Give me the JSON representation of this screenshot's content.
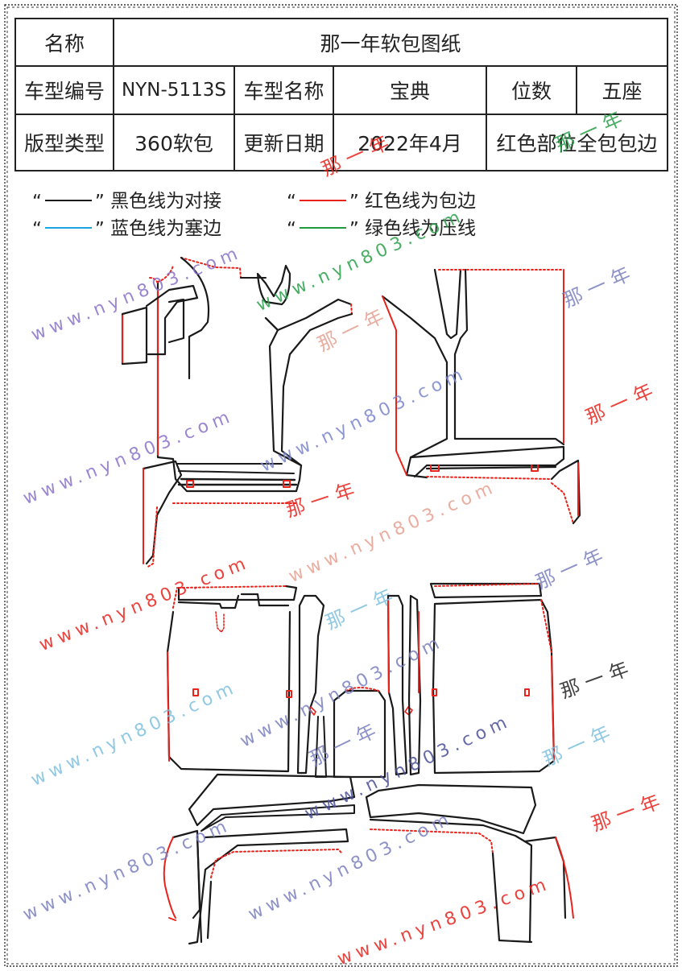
{
  "table": {
    "name_label": "名称",
    "name_value": "那一年软包图纸",
    "model_no_label": "车型编号",
    "model_no_value": "NYN-5113S",
    "model_name_label": "车型名称",
    "model_name_value": "宝典",
    "seats_label": "位数",
    "seats_value": "五座",
    "type_label": "版型类型",
    "type_value": "360软包",
    "date_label": "更新日期",
    "date_value": "2022年4月",
    "note_value": "红色部位全包包边"
  },
  "legend": {
    "black": {
      "open": "“",
      "close": "”",
      "label": "黑色线为对接",
      "color": "#1a1a1a"
    },
    "red": {
      "open": "“",
      "close": "”",
      "label": "红色线为包边",
      "color": "#e8231c"
    },
    "blue": {
      "open": "“",
      "close": "”",
      "label": "蓝色线为塞边",
      "color": "#1aa3e0"
    },
    "green": {
      "open": "“",
      "close": "”",
      "label": "绿色线为压线",
      "color": "#1f9a3c"
    }
  },
  "watermarks": {
    "site": "www.nyn803.com",
    "brand": "那一年"
  },
  "colors": {
    "black_line": "#1a1a1a",
    "red_line": "#e8231c",
    "border": "#333333"
  }
}
